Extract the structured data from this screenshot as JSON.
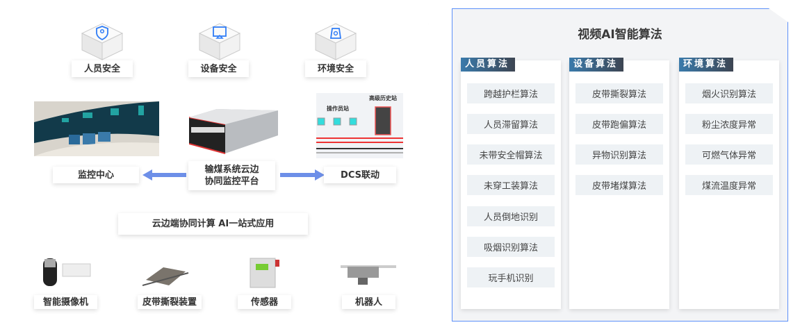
{
  "top": {
    "safety": [
      "人员安全",
      "设备安全",
      "环境安全"
    ],
    "monitor_label": "监控中心",
    "platform_label": "输煤系统云边协同监控平台",
    "platform_lines": [
      "输煤系统云边",
      "协同监控平台"
    ],
    "dcs_label": "DCS联动",
    "dcs_diagram": {
      "op_station": "操作员站",
      "history_station": "高级历史站"
    }
  },
  "middle_label": "云边端协同计算 AI一站式应用",
  "devices": [
    "智能摄像机",
    "皮带撕裂装置",
    "传感器",
    "机器人"
  ],
  "right": {
    "title": "视频AI智能算法",
    "columns": [
      {
        "title": "人员算法",
        "items": [
          "跨越护栏算法",
          "人员滞留算法",
          "未带安全帽算法",
          "未穿工装算法",
          "人员倒地识别",
          "吸烟识别算法",
          "玩手机识别"
        ]
      },
      {
        "title": "设备算法",
        "items": [
          "皮带撕裂算法",
          "皮带跑偏算法",
          "异物识别算法",
          "皮带堵煤算法"
        ]
      },
      {
        "title": "环境算法",
        "items": [
          "烟火识别算法",
          "粉尘浓度异常",
          "可燃气体异常",
          "煤流温度异常"
        ]
      }
    ]
  },
  "colors": {
    "accent": "#5b8ff9",
    "arrow": "#6d8fe8",
    "icon": "#2f7cf6"
  }
}
